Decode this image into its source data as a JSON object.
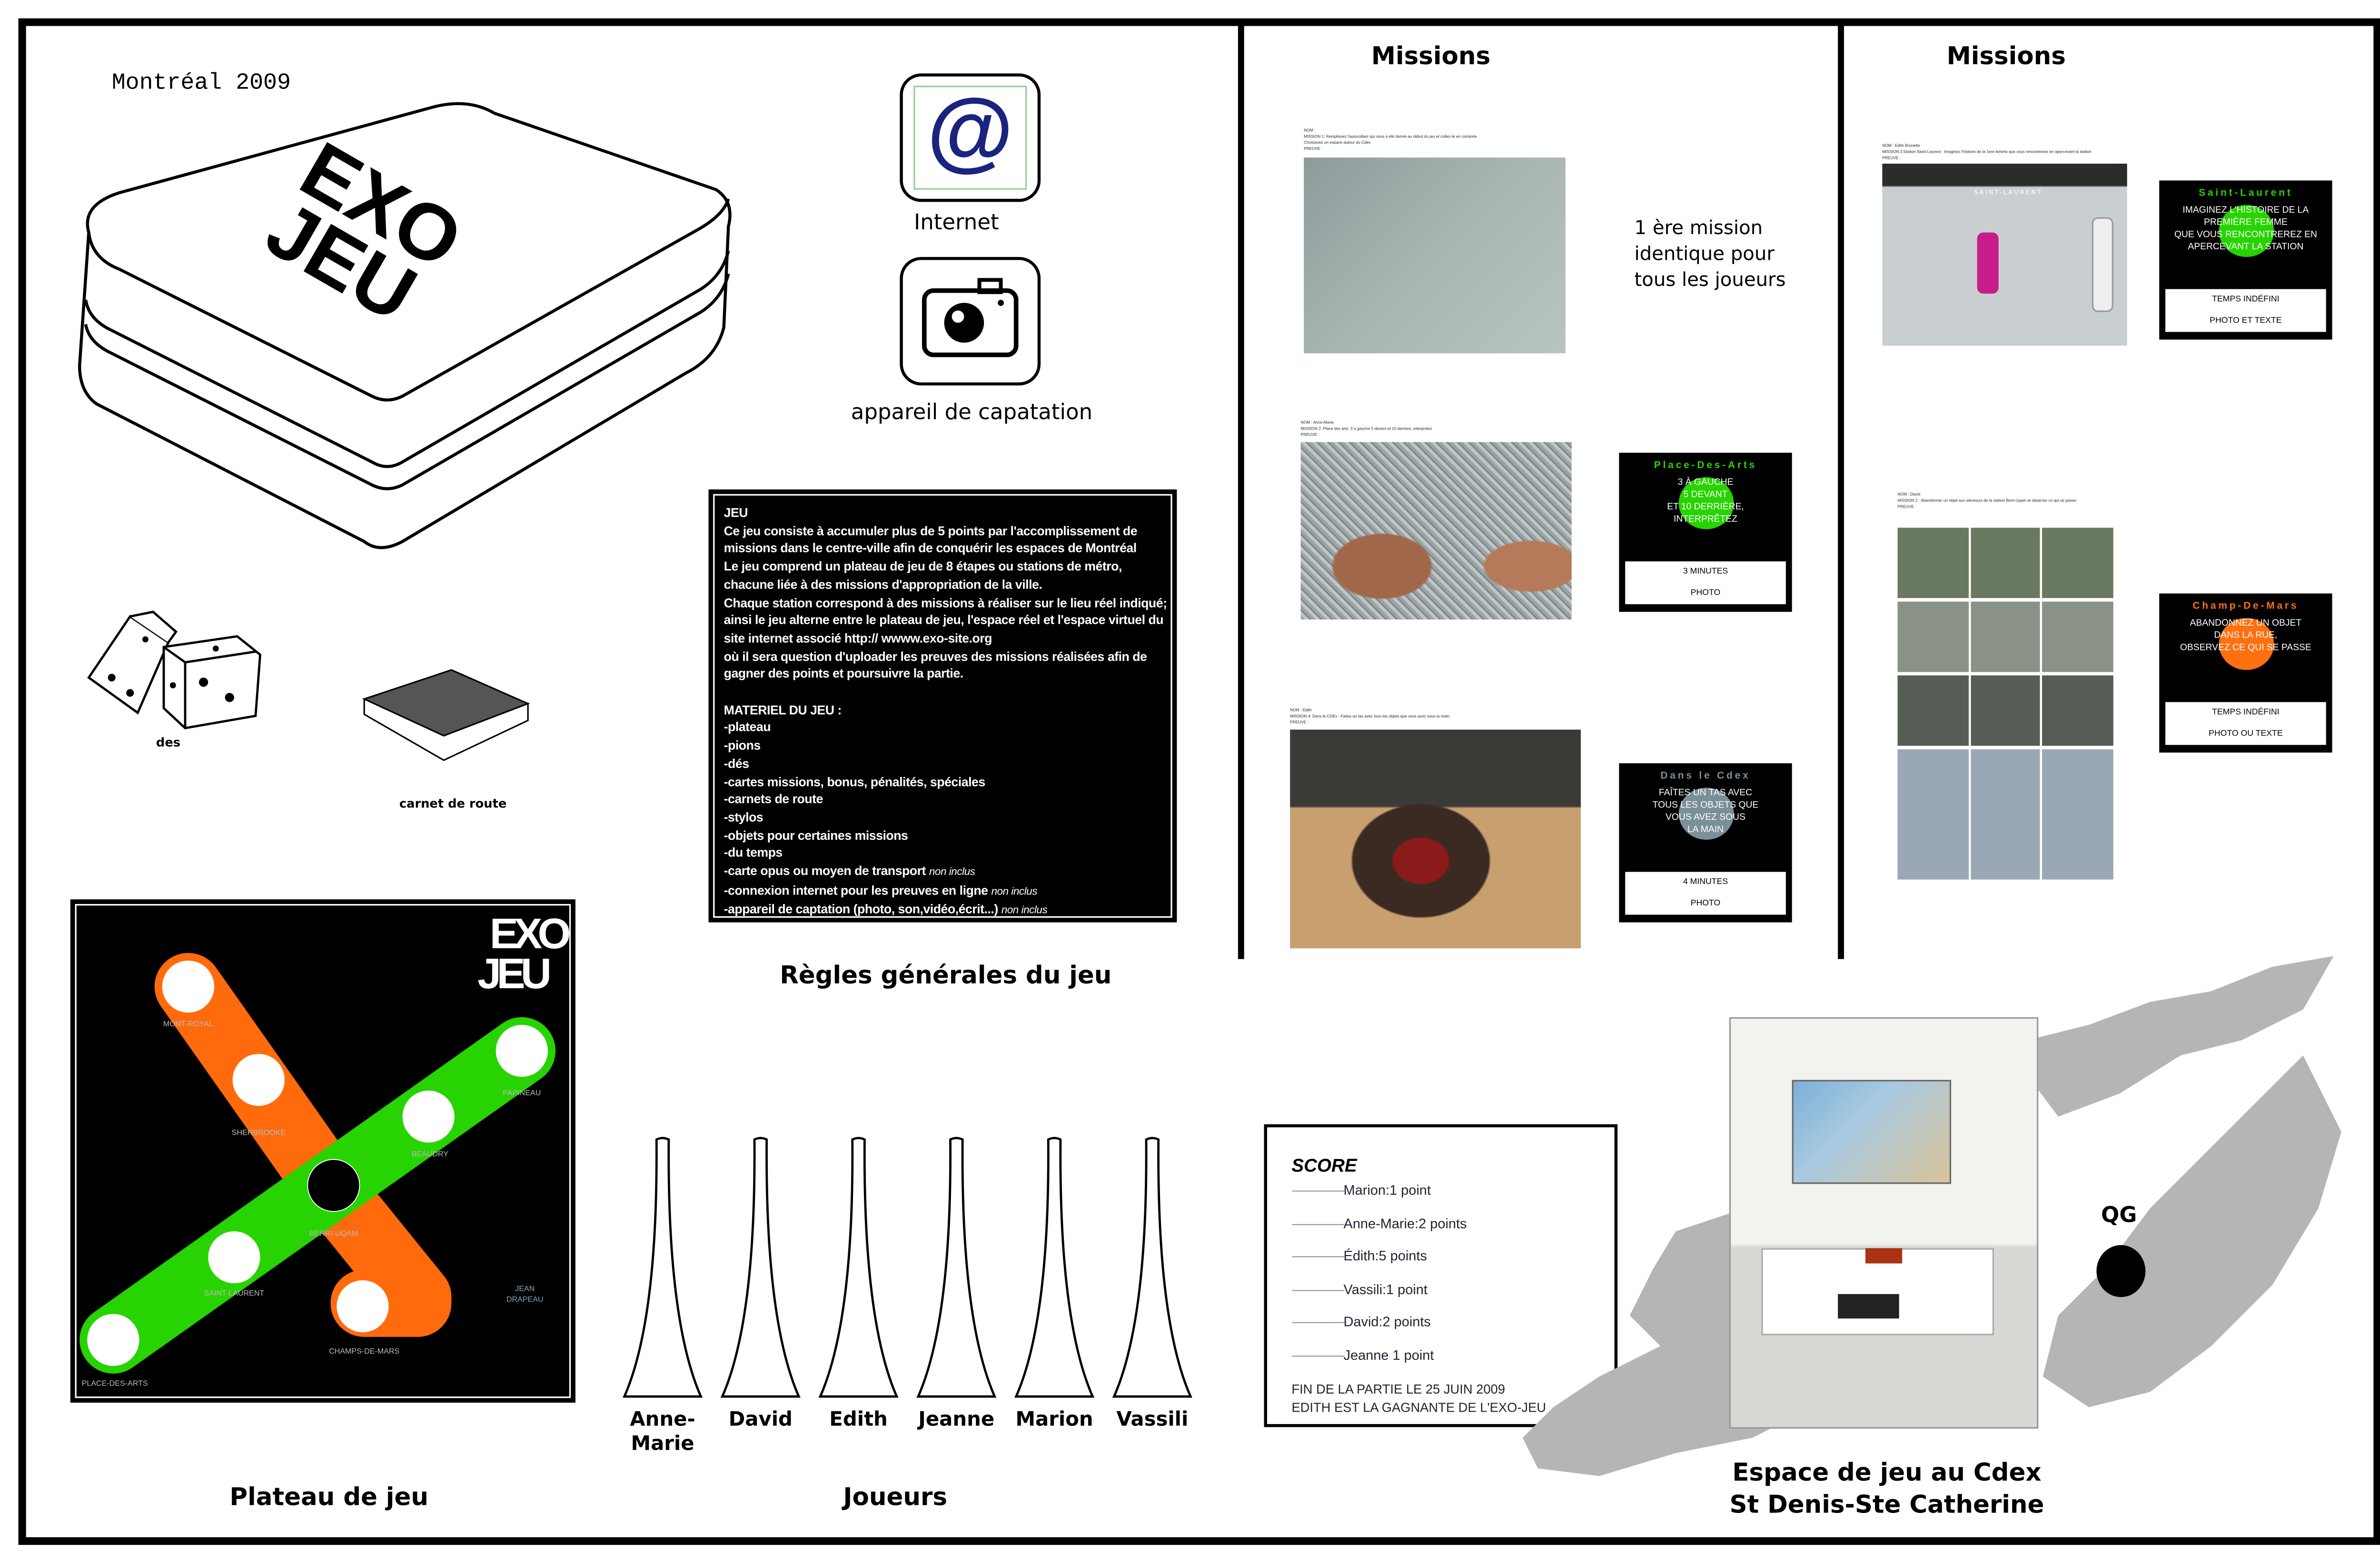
{
  "header": {
    "city_year": "Montréal 2009"
  },
  "logo": {
    "text_top": "EXO",
    "text_bottom": "JEU"
  },
  "tools": {
    "internet_label": "Internet",
    "capture_label": "appareil de capatation"
  },
  "materials": {
    "dice_label": "des",
    "notebook_label": "carnet de route"
  },
  "rules": {
    "heading": "JEU",
    "paragraphs": [
      "Ce jeu consiste à accumuler plus de 5 points par l'accomplissement de",
      "missions  dans le centre-ville afin de conquérir les espaces de Montréal",
      "Le jeu comprend un plateau de jeu de 8 étapes ou stations de métro,",
      "chacune liée à des missions d'appropriation de la ville.",
      "Chaque station correspond à des missions à réaliser sur le lieu réel indiqué;",
      "ainsi le jeu alterne entre le plateau de jeu, l'espace réel et l'espace virtuel du",
      "site internet associé                http:// wwww.exo-site.org",
      "où il sera question d'uploader les preuves des missions réalisées afin de",
      "gagner des points et poursuivre la partie."
    ],
    "materials_heading": "MATERIEL DU JEU :",
    "materials": [
      "-plateau",
      "-pions",
      "-dés",
      "-cartes missions, bonus, pénalités, spéciales",
      "-carnets de route",
      "-stylos",
      "-objets pour certaines missions",
      "-du temps",
      "-carte opus ou moyen de transport",
      "-connexion internet pour les preuves en ligne",
      "-appareil de captation (photo, son,vidéo,écrit...)"
    ],
    "not_included": "non inclus",
    "caption": "Règles générales du jeu"
  },
  "board": {
    "caption": "Plateau de jeu",
    "colors": {
      "orange": "#ff6a0c",
      "green": "#27d300"
    },
    "stations": {
      "mont_royal": "MONT-ROYAL",
      "sherbrooke": "SHERBROOKE",
      "berri": "BERRI-UQAM",
      "champs": "CHAMPS-DE-MARS",
      "papineau": "PAPINEAU",
      "beaudry": "BEAUDRY",
      "saint_laurent": "SAINT-LAURENT",
      "place_des_arts": "PLACE-DES-ARTS",
      "jean": "JEAN",
      "drapeau": "DRAPEAU"
    }
  },
  "players": {
    "caption": "Joueurs",
    "names": [
      "Anne-Marie",
      "David",
      "Edith",
      "Jeanne",
      "Marion",
      "Vassili"
    ]
  },
  "missions_left": {
    "title": "Missions",
    "note": [
      "1 ère mission",
      "identique pour",
      "tous les joueurs"
    ],
    "docs": [
      {
        "nom": "NOM :",
        "mission": "MISSION 1: Remplissez l'autocollant qui vous a été donné au début du jeu et collez-le en contexte.",
        "mission2": "Choisissez un espace autour du Cdex",
        "preuve": "PREUVE :"
      },
      {
        "nom": "NOM : Anne-Marie",
        "mission": "MISSION 2: Place des arts: 3 a gauche 5 devant et 10 derriere, interpretez",
        "preuve": "PREUVE :"
      },
      {
        "nom": "NOM : Edith",
        "mission": "MISSION 4: Dans le CDEx : Faites un tas avec tous les objets que vous avez sous la main.",
        "preuve": "PREUVE :"
      }
    ],
    "cards": [
      {
        "title": "Place-Des-Arts",
        "text": [
          "3 À GAUCHE",
          "5 DEVANT",
          "ET 10 DERRIÈRE,",
          "INTERPRÊTEZ"
        ],
        "time": "3 MINUTES",
        "format": "PHOTO",
        "color": "#27d300"
      },
      {
        "title": "Dans le Cdex",
        "text": [
          "FAÎTES UN  TAS AVEC",
          "TOUS LES OBJETS QUE",
          "VOUS AVEZ SOUS",
          "LA MAIN"
        ],
        "time": "4 MINUTES",
        "format": "PHOTO",
        "color": "#7a9098"
      }
    ]
  },
  "missions_right": {
    "title": "Missions",
    "docs": [
      {
        "nom": "NOM : Edith Brunette",
        "mission": "MISSION 2:Station Saint-Laurent : Imaginez l'histoire de la 1ere femme que vous rencontrerez en apercevant la station",
        "preuve": "PREUVE :",
        "sign": "SAINT-LAURENT"
      },
      {
        "nom": "NOM : David",
        "mission": "MISSION 2 : Abandonner un objet aux alentours de la station Berri-Uqam et observer ce qui se passe.",
        "preuve": "PREUVE :"
      }
    ],
    "cards": [
      {
        "title": "Saint-Laurent",
        "text": [
          "IMAGINEZ L'HISTOIRE DE LA",
          "PREMIÈRE FEMME",
          "QUE VOUS RENCONTREREZ EN",
          "APERCEVANT LA STATION"
        ],
        "time": "TEMPS INDÉFINI",
        "format": "PHOTO ET TEXTE",
        "color": "#27d300"
      },
      {
        "title": "Champ-De-Mars",
        "text": [
          "ABANDONNEZ UN OBJET",
          "DANS LA RUE,",
          "OBSERVEZ CE QUI SE PASSE"
        ],
        "time": "TEMPS INDÉFINI",
        "format": "PHOTO OU TEXTE",
        "color": "#ff7010"
      }
    ]
  },
  "score": {
    "title": "SCORE",
    "dashes": "-----------------",
    "rows": [
      "Marion:1 point",
      "Anne-Marie:2 points",
      "Édith:5 points",
      "Vassili:1 point",
      "David:2 points",
      "Jeanne 1 point"
    ],
    "footer1": "FIN DE LA PARTIE LE 25 JUIN 2009",
    "footer2": "EDITH EST LA GAGNANTE DE L'EXO-JEU"
  },
  "venue": {
    "hq_label": "QG",
    "caption1": "Espace de jeu au Cdex",
    "caption2": "St Denis-Ste Catherine"
  }
}
